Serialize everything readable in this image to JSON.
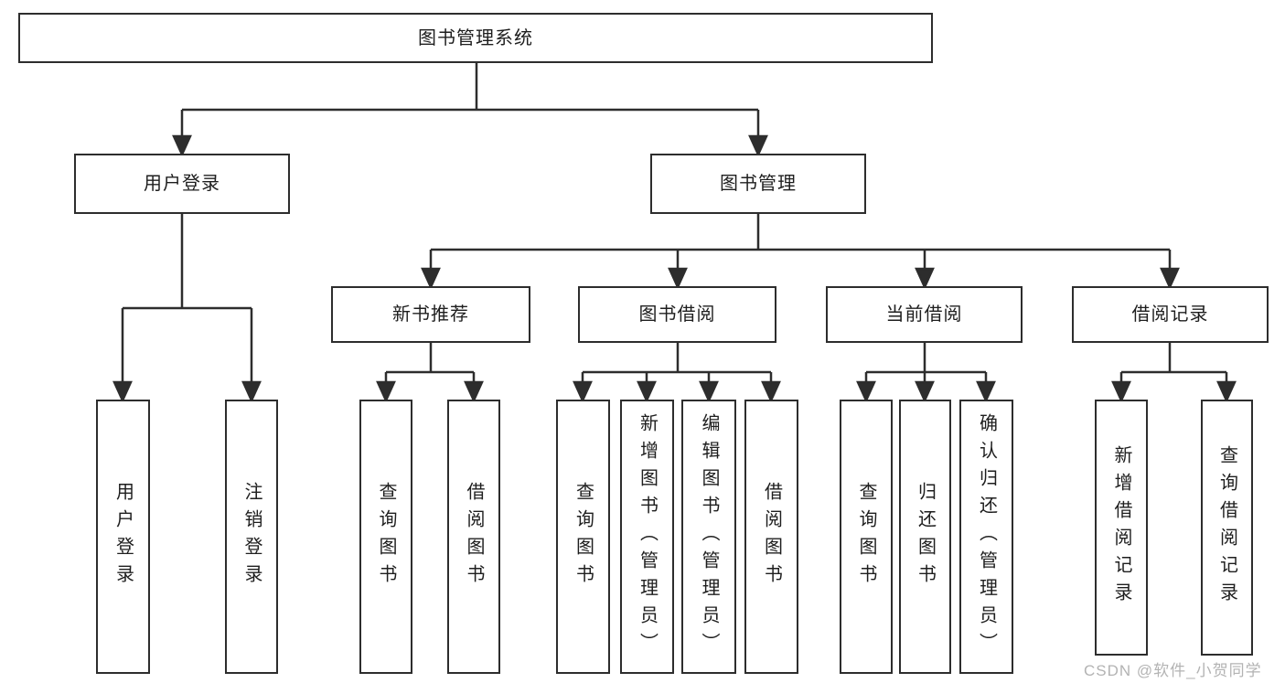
{
  "tree": {
    "root": {
      "label": "图书管理系统"
    },
    "level2": [
      {
        "label": "用户登录",
        "children": [
          {
            "label": "用户登录"
          },
          {
            "label": "注销登录"
          }
        ]
      },
      {
        "label": "图书管理",
        "children": [
          {
            "label": "新书推荐",
            "children": [
              {
                "label": "查询图书"
              },
              {
                "label": "借阅图书"
              }
            ]
          },
          {
            "label": "图书借阅",
            "children": [
              {
                "label": "查询图书"
              },
              {
                "label": "新增图书（管理员）"
              },
              {
                "label": "编辑图书（管理员）"
              },
              {
                "label": "借阅图书"
              }
            ]
          },
          {
            "label": "当前借阅",
            "children": [
              {
                "label": "查询图书"
              },
              {
                "label": "归还图书"
              },
              {
                "label": "确认归还（管理员）"
              }
            ]
          },
          {
            "label": "借阅记录",
            "children": [
              {
                "label": "新增借阅记录"
              },
              {
                "label": "查询借阅记录"
              }
            ]
          }
        ]
      }
    ]
  },
  "watermark": {
    "text": "CSDN @软件_小贺同学"
  },
  "colors": {
    "line": "#2d2d2d",
    "box_border": "#2d2d2d",
    "text": "#1e1e1e",
    "watermark": "#b3b3b3",
    "background": "#ffffff"
  }
}
